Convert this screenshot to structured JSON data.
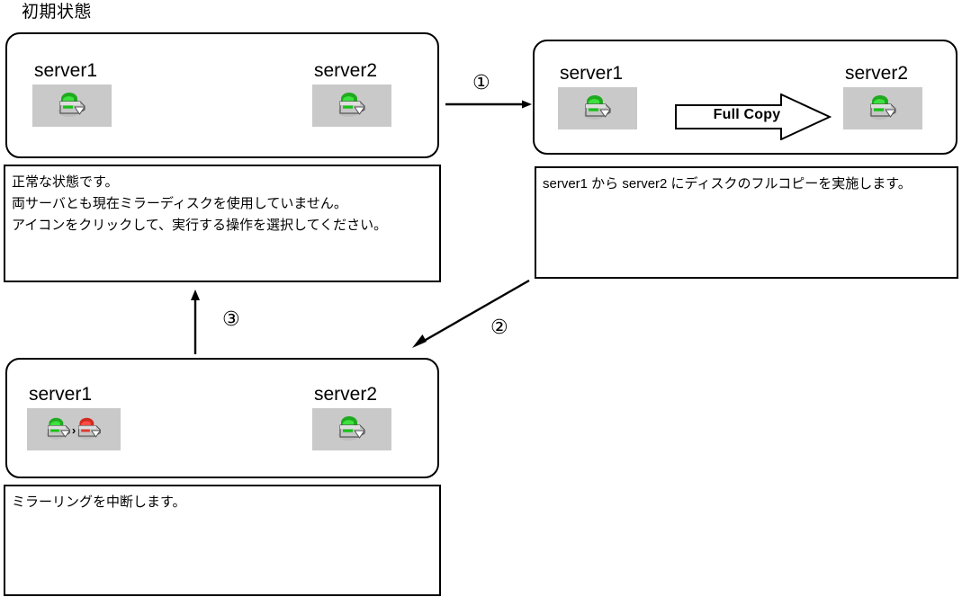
{
  "title": "初期状態",
  "panels": [
    {
      "id": "initial",
      "name": "initial-state-panel",
      "servers": [
        {
          "label": "server1",
          "icon": "disk-mirror-ok-icon",
          "state": "normal"
        },
        {
          "label": "server2",
          "icon": "disk-mirror-ok-icon",
          "state": "normal"
        }
      ],
      "description": "正常な状態です。\n両サーバとも現在ミラーディスクを使用していません。\nアイコンをクリックして、実行する操作を選択してください。"
    },
    {
      "id": "fullcopy",
      "name": "full-copy-panel",
      "servers": [
        {
          "label": "server1",
          "icon": "disk-mirror-ok-icon",
          "state": "normal"
        },
        {
          "label": "server2",
          "icon": "disk-mirror-ok-icon",
          "state": "normal"
        }
      ],
      "arrow_label": "Full Copy",
      "description": "server1 から server2 にディスクのフルコピーを実施します。"
    },
    {
      "id": "break",
      "name": "mirror-break-panel",
      "servers": [
        {
          "label": "server1",
          "icon": "disk-mirror-broken-icon",
          "state": "broken",
          "separator": "›"
        },
        {
          "label": "server2",
          "icon": "disk-mirror-ok-icon",
          "state": "normal"
        }
      ],
      "description": "ミラーリングを中断します。"
    }
  ],
  "steps": [
    {
      "number": "①",
      "name": "step-1",
      "direction": "right"
    },
    {
      "number": "②",
      "name": "step-2",
      "direction": "down-left"
    },
    {
      "number": "③",
      "name": "step-3",
      "direction": "up"
    }
  ],
  "colors": {
    "icon_background": "#c9c9c9",
    "status_ok": "#22cc22",
    "status_error": "#ff3b30",
    "border": "#000000",
    "page_background": "#ffffff"
  }
}
